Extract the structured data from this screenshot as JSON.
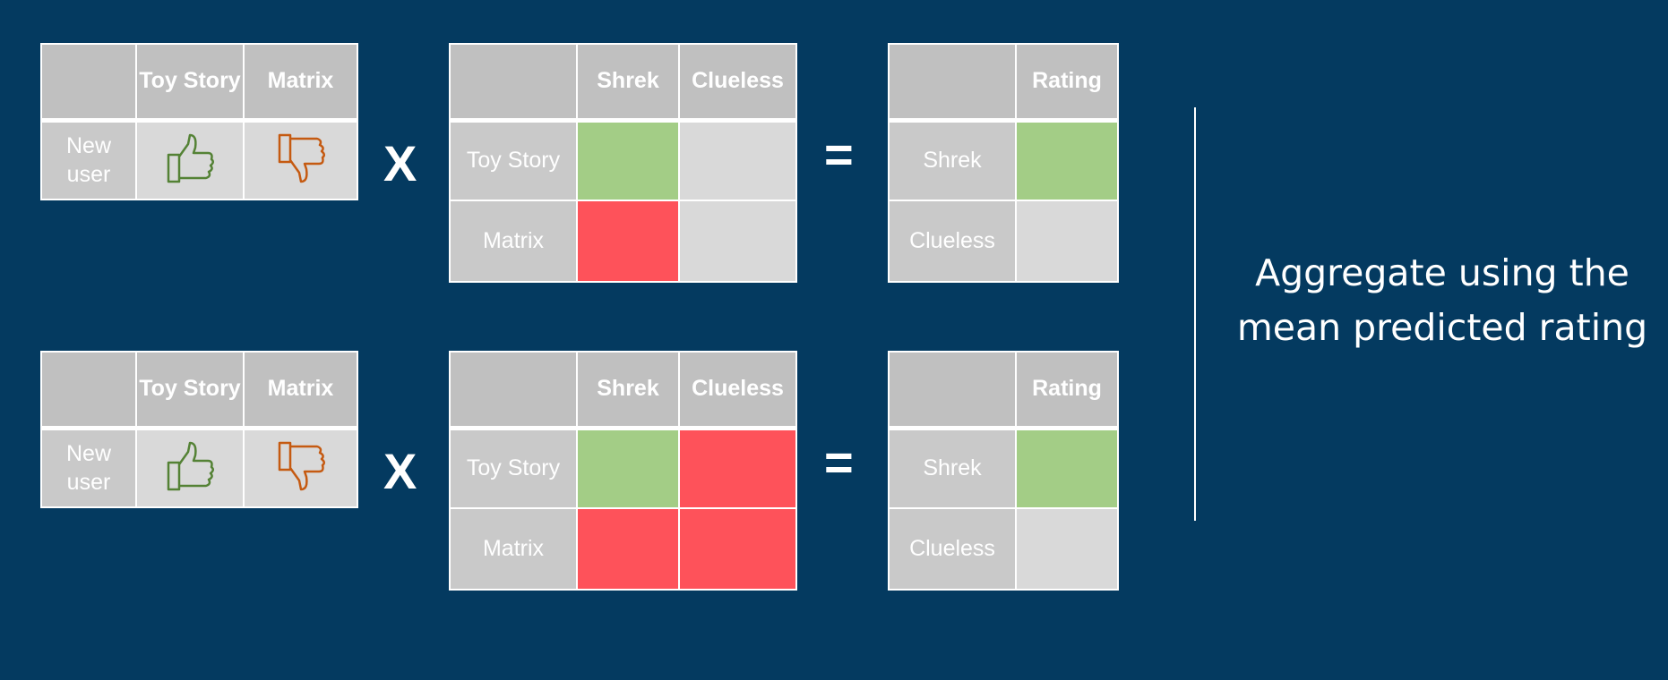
{
  "operators": {
    "times": "X",
    "equals": "="
  },
  "caption": {
    "line1": "Aggregate using the",
    "line2": "mean predicted rating"
  },
  "panels": [
    {
      "user_table": {
        "col_headers": [
          "Toy Story",
          "Matrix"
        ],
        "row_label": "New user",
        "ratings": [
          "thumbs-up",
          "thumbs-down"
        ]
      },
      "sim_table": {
        "col_headers": [
          "Shrek",
          "Clueless"
        ],
        "rows": [
          {
            "label": "Toy Story",
            "cells": [
              "green",
              "gray"
            ]
          },
          {
            "label": "Matrix",
            "cells": [
              "red",
              "gray"
            ]
          }
        ]
      },
      "result_table": {
        "col_header": "Rating",
        "rows": [
          {
            "label": "Shrek",
            "cell": "green"
          },
          {
            "label": "Clueless",
            "cell": "gray"
          }
        ]
      }
    },
    {
      "user_table": {
        "col_headers": [
          "Toy Story",
          "Matrix"
        ],
        "row_label": "New user",
        "ratings": [
          "thumbs-up",
          "thumbs-down"
        ]
      },
      "sim_table": {
        "col_headers": [
          "Shrek",
          "Clueless"
        ],
        "rows": [
          {
            "label": "Toy Story",
            "cells": [
              "green",
              "red"
            ]
          },
          {
            "label": "Matrix",
            "cells": [
              "red",
              "red"
            ]
          }
        ]
      },
      "result_table": {
        "col_header": "Rating",
        "rows": [
          {
            "label": "Shrek",
            "cell": "green"
          },
          {
            "label": "Clueless",
            "cell": "gray"
          }
        ]
      }
    }
  ],
  "colors": {
    "background": "#043a60",
    "header_gray": "#c0c0c0",
    "cell_gray": "#d9d9d9",
    "green": "#a3cd86",
    "red": "#fe525a",
    "thumbs_up": "#548235",
    "thumbs_down": "#c55a11"
  }
}
